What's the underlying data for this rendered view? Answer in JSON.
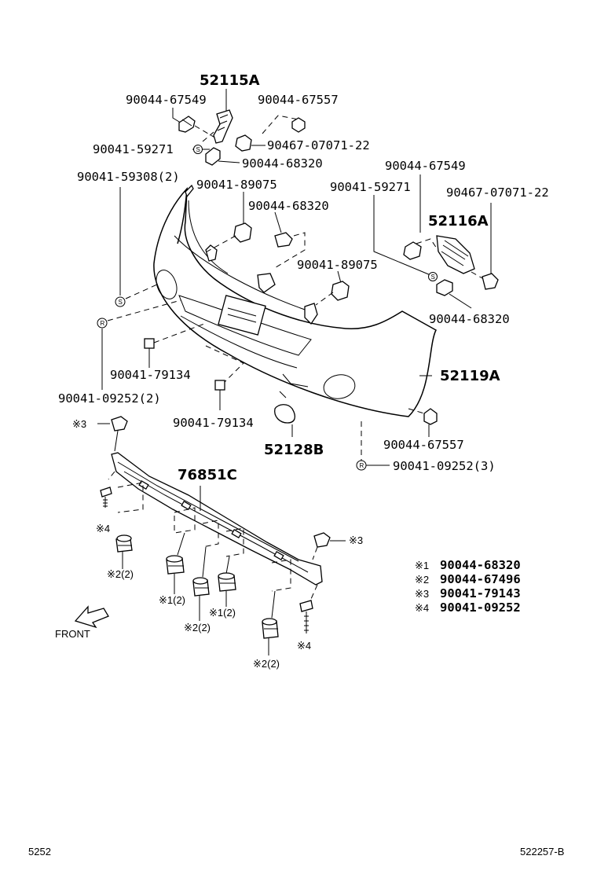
{
  "labels": {
    "ref_52115A": "52115A",
    "ref_52116A": "52116A",
    "ref_52119A": "52119A",
    "ref_52128B": "52128B",
    "ref_76851C": "76851C",
    "p_90044_67549_a": "90044-67549",
    "p_90044_67557_a": "90044-67557",
    "p_90041_59271_a": "90041-59271",
    "p_90467_07071_22_a": "90467-07071-22",
    "p_90044_68320_a": "90044-68320",
    "p_90041_59308": "90041-59308(2)",
    "p_90041_89075_a": "90041-89075",
    "p_90044_68320_b": "90044-68320",
    "p_90044_67549_b": "90044-67549",
    "p_90041_59271_b": "90041-59271",
    "p_90467_07071_22_b": "90467-07071-22",
    "p_90041_89075_b": "90041-89075",
    "p_90044_68320_c": "90044-68320",
    "p_90041_79134_a": "90041-79134",
    "p_90041_09252_a": "90041-09252(2)",
    "p_90041_79134_b": "90041-79134",
    "p_90044_67557_b": "90044-67557",
    "p_90041_09252_b": "90041-09252(3)",
    "m3_top": "※3",
    "m3_right": "※3",
    "m4_left": "※4",
    "m4_right": "※4",
    "m22_a": "※2(2)",
    "m12_a": "※1(2)",
    "m22_b": "※2(2)",
    "m12_b": "※1(2)",
    "m22_c": "※2(2)",
    "front": "FRONT"
  },
  "legend": [
    {
      "mark": "※1",
      "part": "90044-68320"
    },
    {
      "mark": "※2",
      "part": "90044-67496"
    },
    {
      "mark": "※3",
      "part": "90041-79143"
    },
    {
      "mark": "※4",
      "part": "90041-09252"
    }
  ],
  "footer": {
    "left": "5252",
    "right": "522257-B"
  },
  "markers": {
    "s": "S",
    "r": "R"
  }
}
